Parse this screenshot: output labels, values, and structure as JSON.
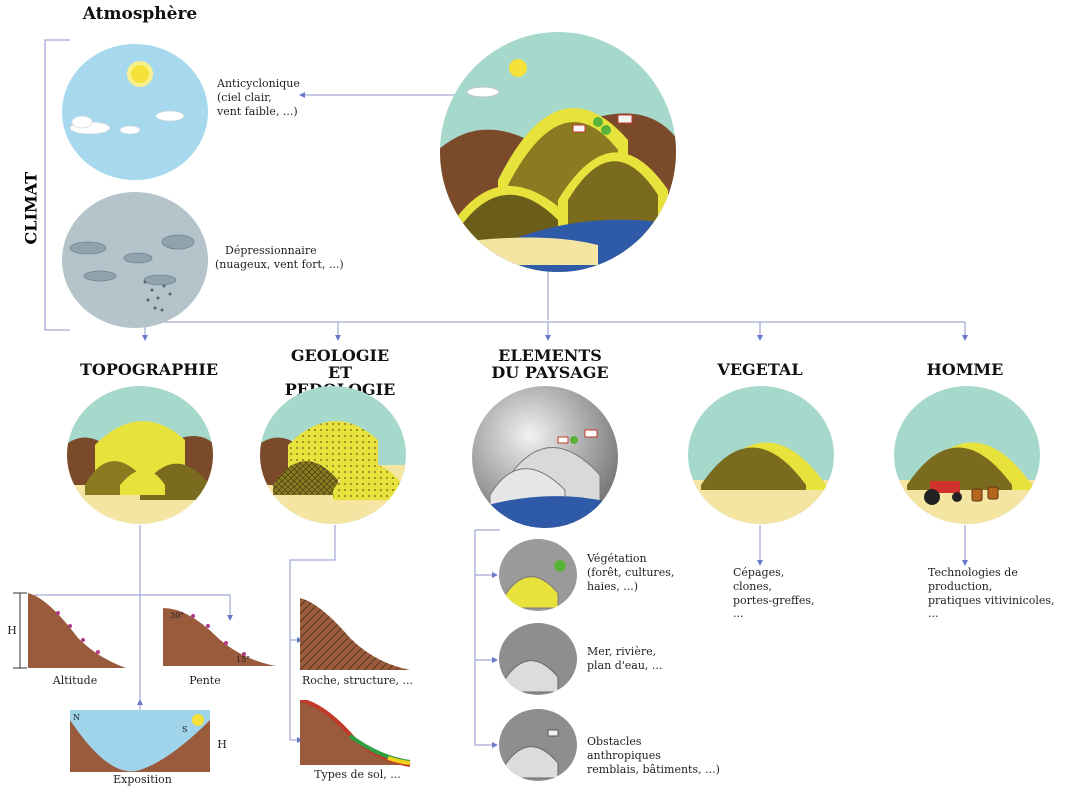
{
  "atmosphere": {
    "title": "Atmosphère",
    "side_label": "CLIMAT",
    "anticyclone": {
      "line1": "Anticyclonique",
      "line2": "(ciel clair,",
      "line3": "vent faible, ...)"
    },
    "depression": {
      "line1": "Dépressionnaire",
      "line2": "(nuageux, vent fort, ...)"
    }
  },
  "categories": [
    {
      "id": "topographie",
      "line1": "TOPOGRAPHIE",
      "line2": ""
    },
    {
      "id": "geologie",
      "line1": "GEOLOGIE",
      "line2": "ET PEDOLOGIE"
    },
    {
      "id": "paysage",
      "line1": "ELEMENTS",
      "line2": "DU PAYSAGE"
    },
    {
      "id": "vegetal",
      "line1": "VEGETAL",
      "line2": ""
    },
    {
      "id": "homme",
      "line1": "HOMME",
      "line2": ""
    }
  ],
  "topographie": {
    "altitude": "Altitude",
    "pente": "Pente",
    "exposition": "Exposition",
    "h_label": "H",
    "angle1": "30°",
    "angle2": "15°",
    "n_label": "N",
    "s_label": "S"
  },
  "geologie": {
    "roche": "Roche, structure, ...",
    "sols": "Types de sol, ..."
  },
  "paysage": {
    "vegetation": {
      "line1": "Végétation",
      "line2": "(forêt, cultures,",
      "line3": "haies, ...)"
    },
    "eau": {
      "line1": "Mer, rivière,",
      "line2": "plan d'eau, ..."
    },
    "obstacles": {
      "line1": "Obstacles",
      "line2": "anthropiques",
      "line3": "remblais, bâtiments, ...)"
    }
  },
  "vegetal": {
    "line1": "Cépages,",
    "line2": "clones,",
    "line3": "portes-greffes,",
    "line4": "..."
  },
  "homme": {
    "line1": "Technologies de production,",
    "line2": "pratiques vitivinicoles,",
    "line3": "..."
  },
  "colors": {
    "sky": "#9fd4ea",
    "sun": "#f6e13a",
    "hill_olive": "#7a6b1e",
    "hill_yellow": "#e8e23c",
    "soil_brown": "#7a4a2a",
    "sand": "#f3e3a0",
    "water": "#2f5aa8",
    "teal": "#9ed1c1",
    "arrow": "#6a78c9"
  }
}
